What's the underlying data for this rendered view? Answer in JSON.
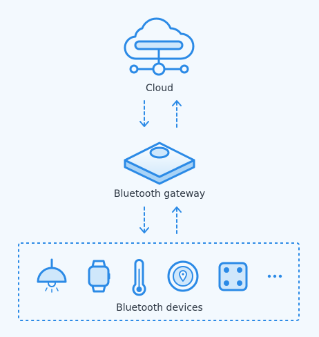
{
  "nodes": {
    "cloud": {
      "label": "Cloud",
      "icon": "cloud-network-icon"
    },
    "gateway": {
      "label": "Bluetooth gateway",
      "icon": "gateway-router-icon"
    },
    "devices": {
      "label": "Bluetooth devices",
      "items": [
        {
          "icon": "ceiling-lamp-icon"
        },
        {
          "icon": "smartwatch-icon"
        },
        {
          "icon": "thermometer-icon"
        },
        {
          "icon": "location-tag-icon"
        },
        {
          "icon": "four-dot-sensor-icon"
        },
        {
          "icon": "more-icon",
          "text": "•••"
        }
      ]
    }
  },
  "colors": {
    "accent": "#2b8ae6",
    "accent_light": "#cfe7fb",
    "background": "#f3f9fe",
    "text": "#2a3440"
  }
}
